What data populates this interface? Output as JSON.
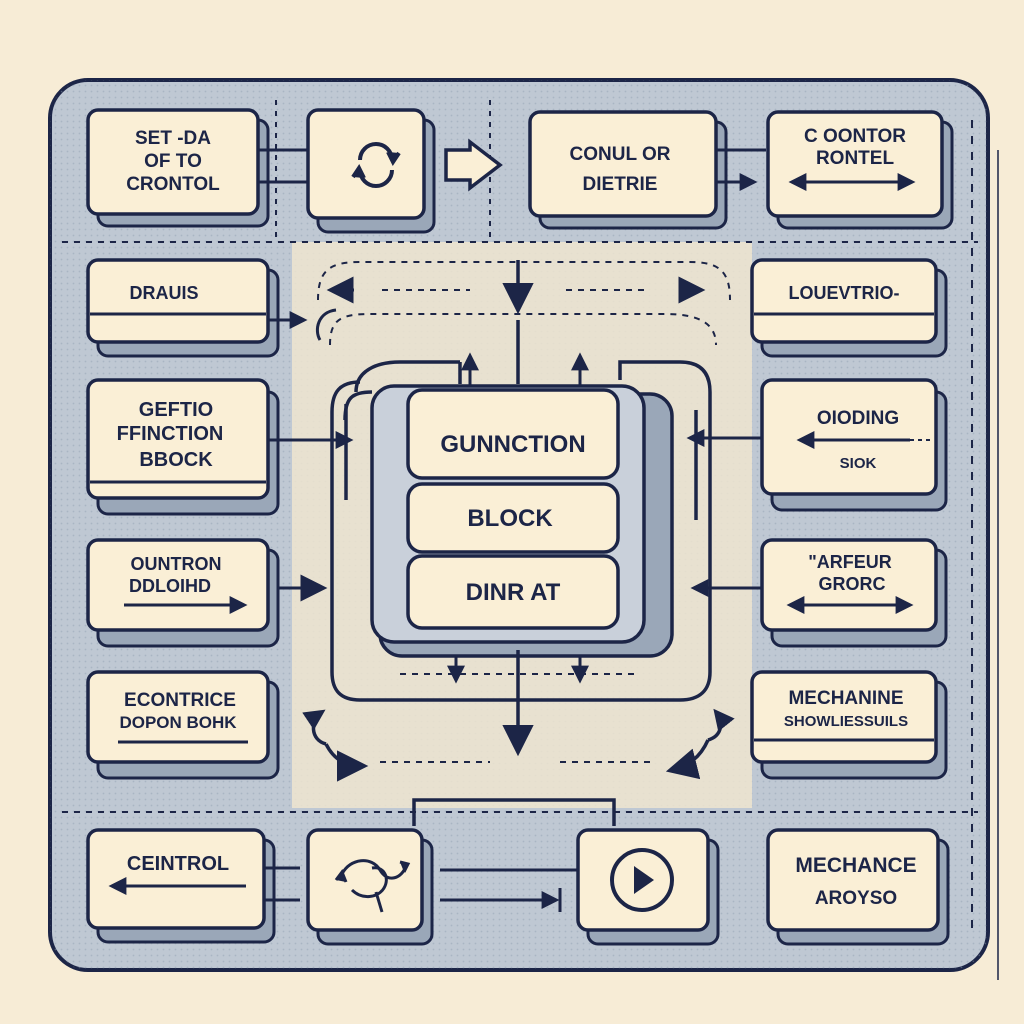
{
  "theme": {
    "background": "#f7ecd6",
    "panel_fill": "#bfc8d3",
    "box_fill": "#faefd6",
    "box_shadow": "#9aa7b8",
    "ink": "#1c2547"
  },
  "blocks": {
    "top_left": {
      "lines": [
        "SET  -DA",
        "OF  TO",
        "CRONTOL"
      ]
    },
    "top_center_left": {
      "icon": "rotate-arrows-icon"
    },
    "top_center_right": {
      "lines": [
        "CONUL   OR",
        "DIETRIE"
      ]
    },
    "top_right": {
      "lines": [
        "C OONTOR",
        "RONTEL"
      ]
    },
    "left_1": {
      "lines": [
        "DRAUIS"
      ]
    },
    "left_2": {
      "lines": [
        "GEFTIO",
        "FFINCTION",
        "BBOCK"
      ]
    },
    "left_3": {
      "lines": [
        "OUNTRON",
        "DDLOIHD"
      ]
    },
    "left_4": {
      "lines": [
        "ECONTRICE",
        "DOPON BOHK"
      ]
    },
    "right_1": {
      "lines": [
        "LOUEVTRIO-"
      ]
    },
    "right_2": {
      "lines": [
        "OIODING",
        "SIOK"
      ]
    },
    "right_3": {
      "lines": [
        "\"ARFEUR",
        "GRORC"
      ]
    },
    "right_4": {
      "lines": [
        "MECHANINE",
        "SHOWLIESSUILS"
      ]
    },
    "bottom_left": {
      "lines": [
        "CEINTROL"
      ]
    },
    "bottom_center_left": {
      "icon": "tangled-arrows-icon"
    },
    "bottom_center_right": {
      "icon": "play-icon"
    },
    "bottom_right": {
      "lines": [
        "MECHANCE",
        "AROYSO"
      ]
    }
  },
  "center_stack": [
    "GUNNCTION",
    "BLOCK",
    "DINR AT"
  ]
}
